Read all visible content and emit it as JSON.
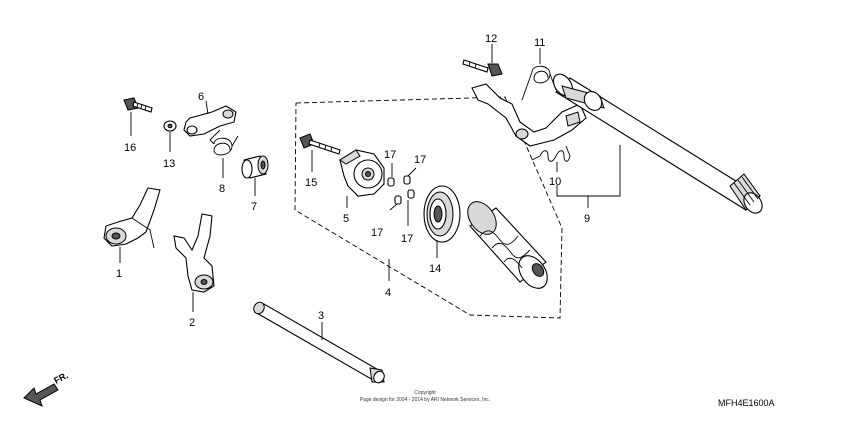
{
  "diagram": {
    "callouts": {
      "c1": "1",
      "c2": "2",
      "c3": "3",
      "c4": "4",
      "c5": "5",
      "c6": "6",
      "c7": "7",
      "c8": "8",
      "c9": "9",
      "c10": "10",
      "c11": "11",
      "c12": "12",
      "c13": "13",
      "c14": "14",
      "c15": "15",
      "c17a": "17",
      "c17b": "17",
      "c17c": "17",
      "c17d": "17",
      "c16": "16"
    },
    "direction_label": "FR.",
    "copyright_line1": "Copyright",
    "copyright_line2": "Page design for 2004 - 2014 by ARI Network Services, Inc.",
    "diagram_code": "MFH4E1600A"
  }
}
